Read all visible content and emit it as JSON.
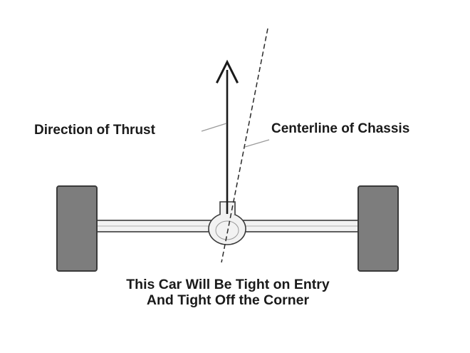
{
  "labels": {
    "thrust": "Direction of Thrust",
    "centerline": "Centerline of Chassis"
  },
  "caption": {
    "line1": "This Car Will Be Tight on Entry",
    "line2": "And Tight Off the Corner"
  },
  "colors": {
    "background": "#ffffff",
    "text": "#1a1a1a",
    "tire_fill": "#7d7d7d",
    "tire_stroke": "#3a3a3a",
    "axle_fill": "#f2f2f2",
    "line": "#3a3a3a",
    "leader": "#9a9a9a"
  }
}
